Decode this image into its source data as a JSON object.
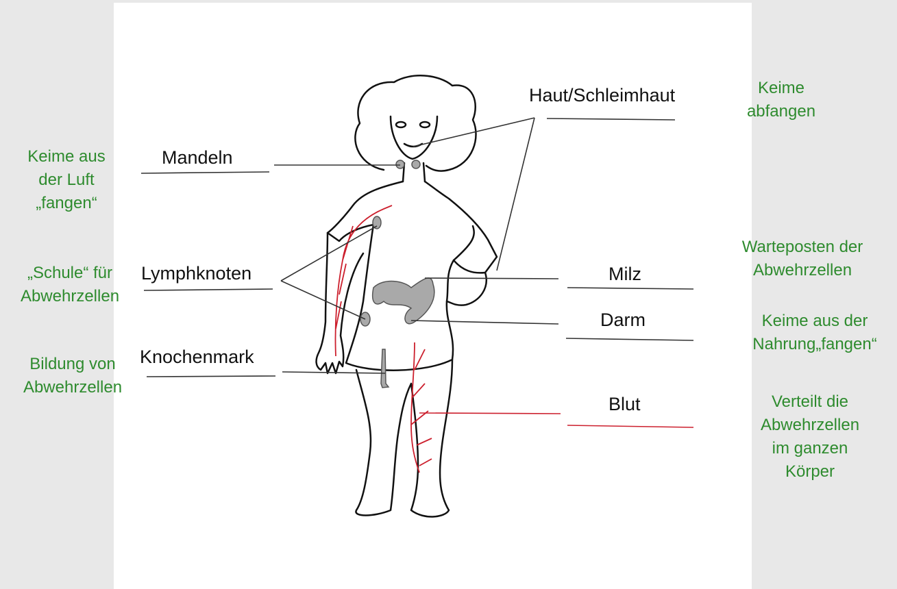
{
  "labels": {
    "haut": "Haut/Schleimhaut",
    "mandeln": "Mandeln",
    "lymphknoten": "Lymphknoten",
    "knochenmark": "Knochenmark",
    "milz": "Milz",
    "darm": "Darm",
    "blut": "Blut"
  },
  "notes": {
    "haut": "Keime\nabfangen",
    "mandeln": "Keime aus\nder Luft\n„fangen“",
    "lymphknoten": "„Schule“ für\nAbwehrzellen",
    "knochenmark": "Bildung von\nAbwehrzellen",
    "milz": "Warteposten der\nAbwehrzellen",
    "darm": "Keime aus der\nNahrung„fangen“",
    "blut": "Verteilt die\nAbwehrzellen\nim ganzen\nKörper"
  },
  "colors": {
    "note": "#2e8b2e",
    "vessel": "#cc1f2d",
    "organ": "#a9a9a9",
    "background": "#e8e8e8",
    "sheet": "#ffffff"
  }
}
